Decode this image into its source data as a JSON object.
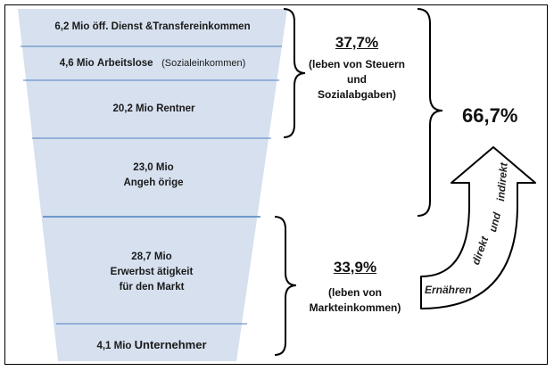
{
  "funnel": {
    "rows": [
      {
        "value": "6,2 Mio",
        "label": "öff. Dienst &Transfereinkommen",
        "note": ""
      },
      {
        "value": "4,6 Mio",
        "label": "Arbeitslose",
        "note": "(Sozialeinkommen)"
      },
      {
        "value": "20,2 Mio",
        "label": "Rentner",
        "note": ""
      },
      {
        "value": "23,0 Mio",
        "label": "Angeh örige",
        "note": ""
      },
      {
        "value": "28,7 Mio",
        "label": "Erwerbst ätigkeit",
        "label2": "für den Markt",
        "note": ""
      },
      {
        "value": "4,1 Mio",
        "label": "Unternehmer",
        "note": ""
      }
    ]
  },
  "group_upper": {
    "percent": "37,7%",
    "desc_lines": [
      "(leben von Steuern",
      "und",
      "Sozialabgaben)"
    ]
  },
  "group_lower": {
    "percent": "33,9%",
    "desc_lines": [
      "(leben von",
      "Markteinkommen)"
    ]
  },
  "total": "66,7%",
  "arrow": {
    "base_text": "Ernähren",
    "text_1": "direkt",
    "text_2": "und",
    "text_3": "indirekt"
  },
  "colors": {
    "funnel_fill": "#d6e0ef",
    "divider": "#4f7fbf",
    "frame": "#000000"
  }
}
